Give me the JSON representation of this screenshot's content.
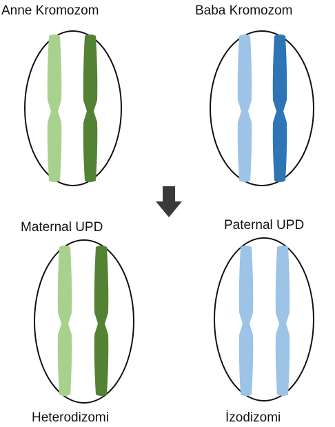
{
  "labels": {
    "mother_chromosome": "Anne Kromozom",
    "father_chromosome": "Baba Kromozom",
    "maternal_upd": "Maternal UPD",
    "paternal_upd": "Paternal UPD",
    "heterodisomy": "Heterodizomi",
    "isodisomy": "İzodizomi"
  },
  "colors": {
    "light_green": "#a9d18e",
    "dark_green": "#548235",
    "light_blue": "#9dc3e6",
    "dark_blue": "#2e75b6",
    "outline": "#111111",
    "arrow": "#3a3a3a"
  },
  "cells": [
    {
      "name": "mother-cell",
      "chromosomes": [
        "light_green",
        "dark_green"
      ]
    },
    {
      "name": "father-cell",
      "chromosomes": [
        "light_blue",
        "dark_blue"
      ]
    },
    {
      "name": "maternal-upd-cell",
      "chromosomes": [
        "light_green",
        "dark_green"
      ]
    },
    {
      "name": "paternal-upd-cell",
      "chromosomes": [
        "light_blue",
        "light_blue"
      ]
    }
  ]
}
